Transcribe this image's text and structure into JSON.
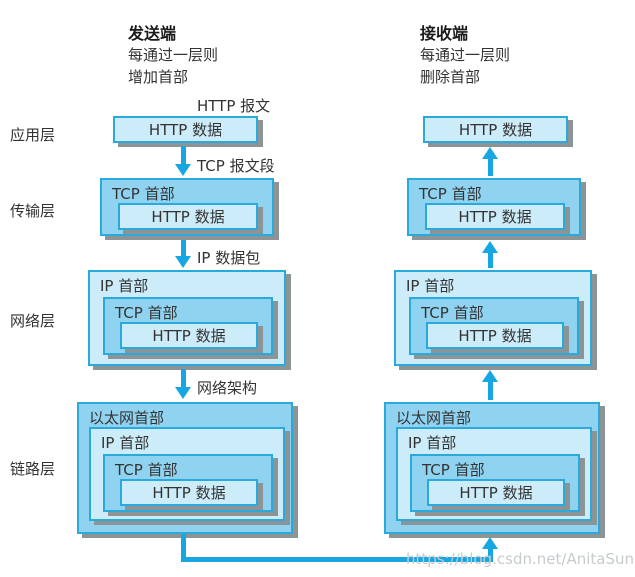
{
  "sender": {
    "title": "发送端",
    "subtitle_line1": "每通过一层则",
    "subtitle_line2": "增加首部"
  },
  "receiver": {
    "title": "接收端",
    "subtitle_line1": "每通过一层则",
    "subtitle_line2": "删除首部"
  },
  "layer_labels": {
    "application": "应用层",
    "transport": "传输层",
    "network": "网络层",
    "link": "链路层"
  },
  "arrow_labels": {
    "http_message": "HTTP 报文",
    "tcp_segment": "TCP 报文段",
    "ip_packet": "IP 数据包",
    "network_frame": "网络架构"
  },
  "box_labels": {
    "http_data": "HTTP 数据",
    "tcp_header": "TCP 首部",
    "ip_header": "IP 首部",
    "ethernet_header": "以太网首部"
  },
  "watermark": "https://blog.csdn.net/AnitaSun",
  "colors": {
    "light_fill": "#cdecf9",
    "medium_fill": "#8fd3f1",
    "box_border": "#2aa9dd",
    "arrow_blue": "#18a6e2",
    "shadow_gray": "#8d9496",
    "text": "#333333",
    "watermark_gray": "#c6cbce"
  }
}
